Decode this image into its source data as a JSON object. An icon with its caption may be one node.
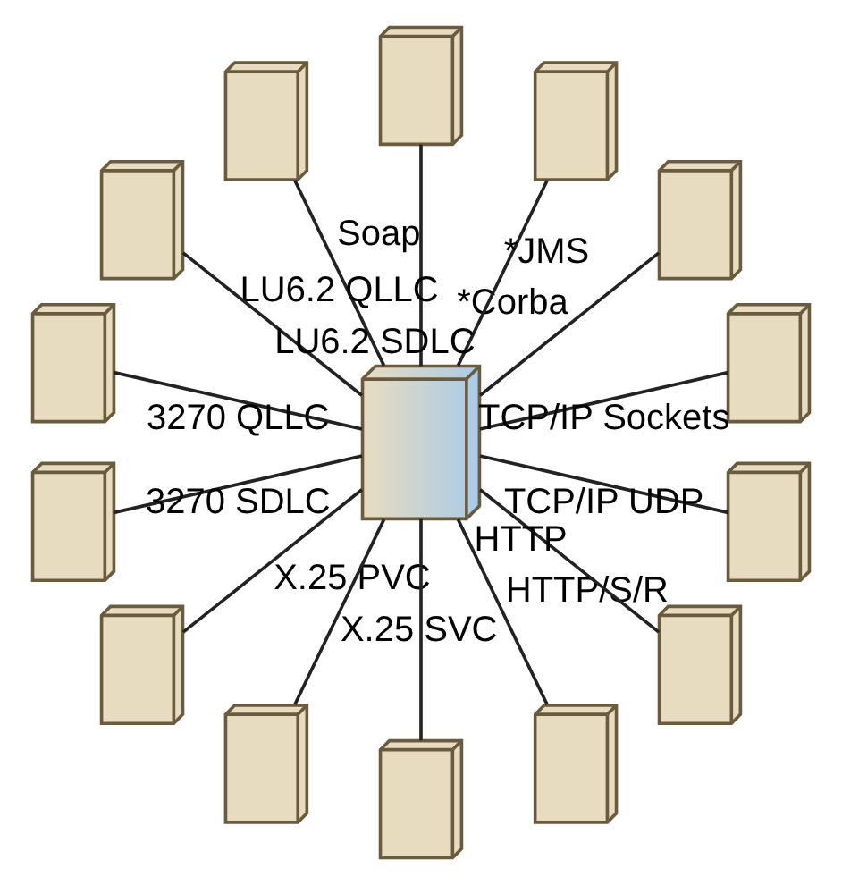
{
  "diagram": {
    "nodes": [
      {
        "text": [],
        "shape": "server"
      },
      {
        "text": [],
        "shape": "server"
      },
      {
        "text": [],
        "shape": "server"
      },
      {
        "text": [],
        "shape": "server"
      },
      {
        "text": [],
        "shape": "server"
      },
      {
        "text": [],
        "shape": "server"
      },
      {
        "text": [],
        "shape": "server"
      },
      {
        "text": [],
        "shape": "server"
      },
      {
        "text": [],
        "shape": "server"
      },
      {
        "text": [],
        "shape": "server"
      },
      {
        "text": [],
        "shape": "server"
      },
      {
        "text": [],
        "shape": "server"
      },
      {
        "text": [],
        "shape": "server"
      },
      {
        "text": [],
        "shape": "server"
      },
      {
        "text": [],
        "shape": "server"
      }
    ],
    "edges": [
      {
        "from": 0,
        "to": 1,
        "arrow": "none",
        "label": "TCP/IP UDP"
      },
      {
        "from": 0,
        "to": 2,
        "arrow": "none",
        "label": "HTTP"
      },
      {
        "from": 0,
        "to": 3,
        "arrow": "none",
        "label": "HTTP/S/R"
      },
      {
        "from": 0,
        "to": 4,
        "arrow": "none"
      },
      {
        "from": 0,
        "to": 5,
        "arrow": "none",
        "label": "X.25 SVC"
      },
      {
        "from": 0,
        "to": 6,
        "arrow": "none",
        "label": "X.25 PVC"
      },
      {
        "from": 0,
        "to": 7,
        "arrow": "none",
        "label": "3270 SDLC"
      },
      {
        "from": 0,
        "to": 8,
        "arrow": "none",
        "label": "3270 QLLC"
      },
      {
        "from": 0,
        "to": 9,
        "arrow": "none",
        "label": "LU6.2 SDLC"
      },
      {
        "from": 0,
        "to": 10,
        "arrow": "none",
        "label": "LU6.2 QLLC"
      },
      {
        "from": 0,
        "to": 11,
        "arrow": "none",
        "label": "Soap"
      },
      {
        "from": 0,
        "to": 12,
        "arrow": "none",
        "label": "*JMS"
      },
      {
        "from": 0,
        "to": 13,
        "arrow": "none",
        "label": "*Corba"
      },
      {
        "from": 0,
        "to": 14,
        "arrow": "none",
        "label": "TCP/IP Sockets"
      }
    ]
  }
}
